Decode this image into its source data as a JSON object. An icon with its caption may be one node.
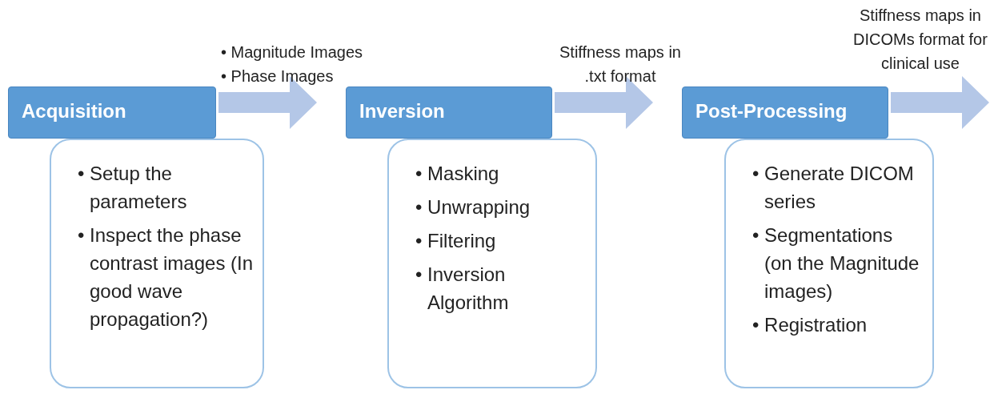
{
  "diagram": {
    "nodes": [
      {
        "text": [
          "Acquisition"
        ]
      },
      {
        "text": [
          "• Setup the parameters",
          "• Inspect the phase contrast images (In good wave propagation?)"
        ]
      },
      {
        "text": [
          "Inversion"
        ]
      },
      {
        "text": [
          "• Masking",
          "• Unwrapping",
          "• Filtering",
          "• Inversion Algorithm"
        ]
      },
      {
        "text": [
          "Post-Processing"
        ]
      },
      {
        "text": [
          "• Generate DICOM series",
          "• Segmentations (on the Magnitude images)",
          "• Registration"
        ]
      }
    ],
    "edges": [
      {
        "from": 0,
        "to": 2,
        "arrow": "to"
      },
      {
        "from": 2,
        "to": 4,
        "arrow": "to"
      },
      {
        "from": 4,
        "to": null,
        "arrow": "to"
      }
    ],
    "labels": [
      "• Magnitude Images",
      "• Phase Images",
      "Stiffness maps in .txt format",
      "Stiffness maps in DICOMs format for clinical use"
    ]
  }
}
